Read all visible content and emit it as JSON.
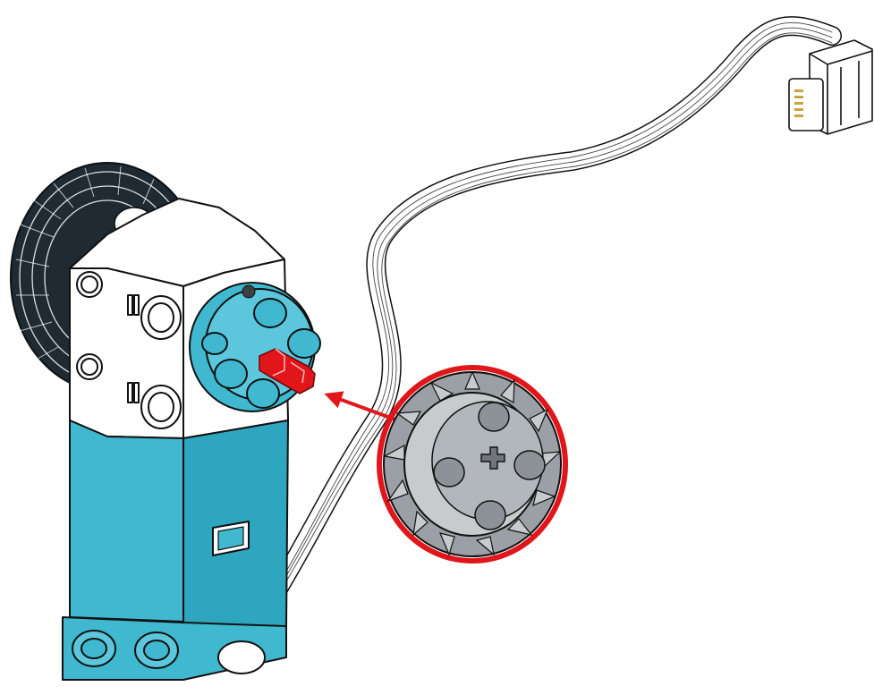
{
  "diagram": {
    "kind": "assembly-instruction",
    "colors": {
      "motor_body": "#3fb8d0",
      "motor_body_shade": "#2a9ab4",
      "motor_housing": "#ffffff",
      "gear_dark": "#1f2a33",
      "gear_gray": "#9aa0a5",
      "gear_gray_light": "#c7cbce",
      "highlight_red": "#e0161b",
      "cable": "#ffffff",
      "outline": "#111111"
    },
    "parts": [
      {
        "name": "medium-motor",
        "color": "motor_body"
      },
      {
        "name": "large-dark-gear",
        "color": "gear_dark"
      },
      {
        "name": "gray-gear",
        "color": "gear_gray",
        "highlighted": true
      },
      {
        "name": "red-axle-connector",
        "color": "highlight_red",
        "highlighted": true
      },
      {
        "name": "motor-cable",
        "color": "cable"
      },
      {
        "name": "cable-connector-plug",
        "color": "cable"
      }
    ],
    "instruction_arrow": {
      "color": "highlight_red",
      "from_part": "gray-gear",
      "to_part": "red-axle-connector"
    }
  }
}
